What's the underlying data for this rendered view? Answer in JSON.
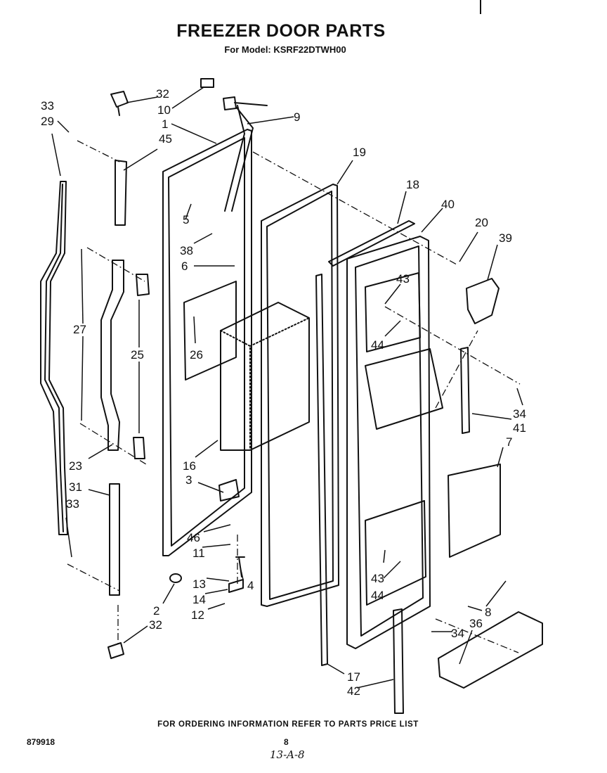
{
  "header": {
    "title": "FREEZER DOOR PARTS",
    "subtitle": "For Model: KSRF22DTWH00"
  },
  "footer": {
    "ordering_note": "FOR ORDERING INFORMATION REFER TO PARTS PRICE LIST",
    "document_number": "879918",
    "page_number": "8",
    "handwritten_note": "13-A-8"
  },
  "callouts": [
    "32",
    "10",
    "9",
    "33",
    "29",
    "1",
    "45",
    "19",
    "18",
    "40",
    "20",
    "39",
    "5",
    "38",
    "6",
    "27",
    "43",
    "25",
    "44",
    "26",
    "34",
    "41",
    "16",
    "7",
    "23",
    "3",
    "31",
    "33",
    "46",
    "11",
    "43",
    "4",
    "13",
    "44",
    "14",
    "8",
    "12",
    "2",
    "34",
    "36",
    "32",
    "17",
    "42"
  ]
}
